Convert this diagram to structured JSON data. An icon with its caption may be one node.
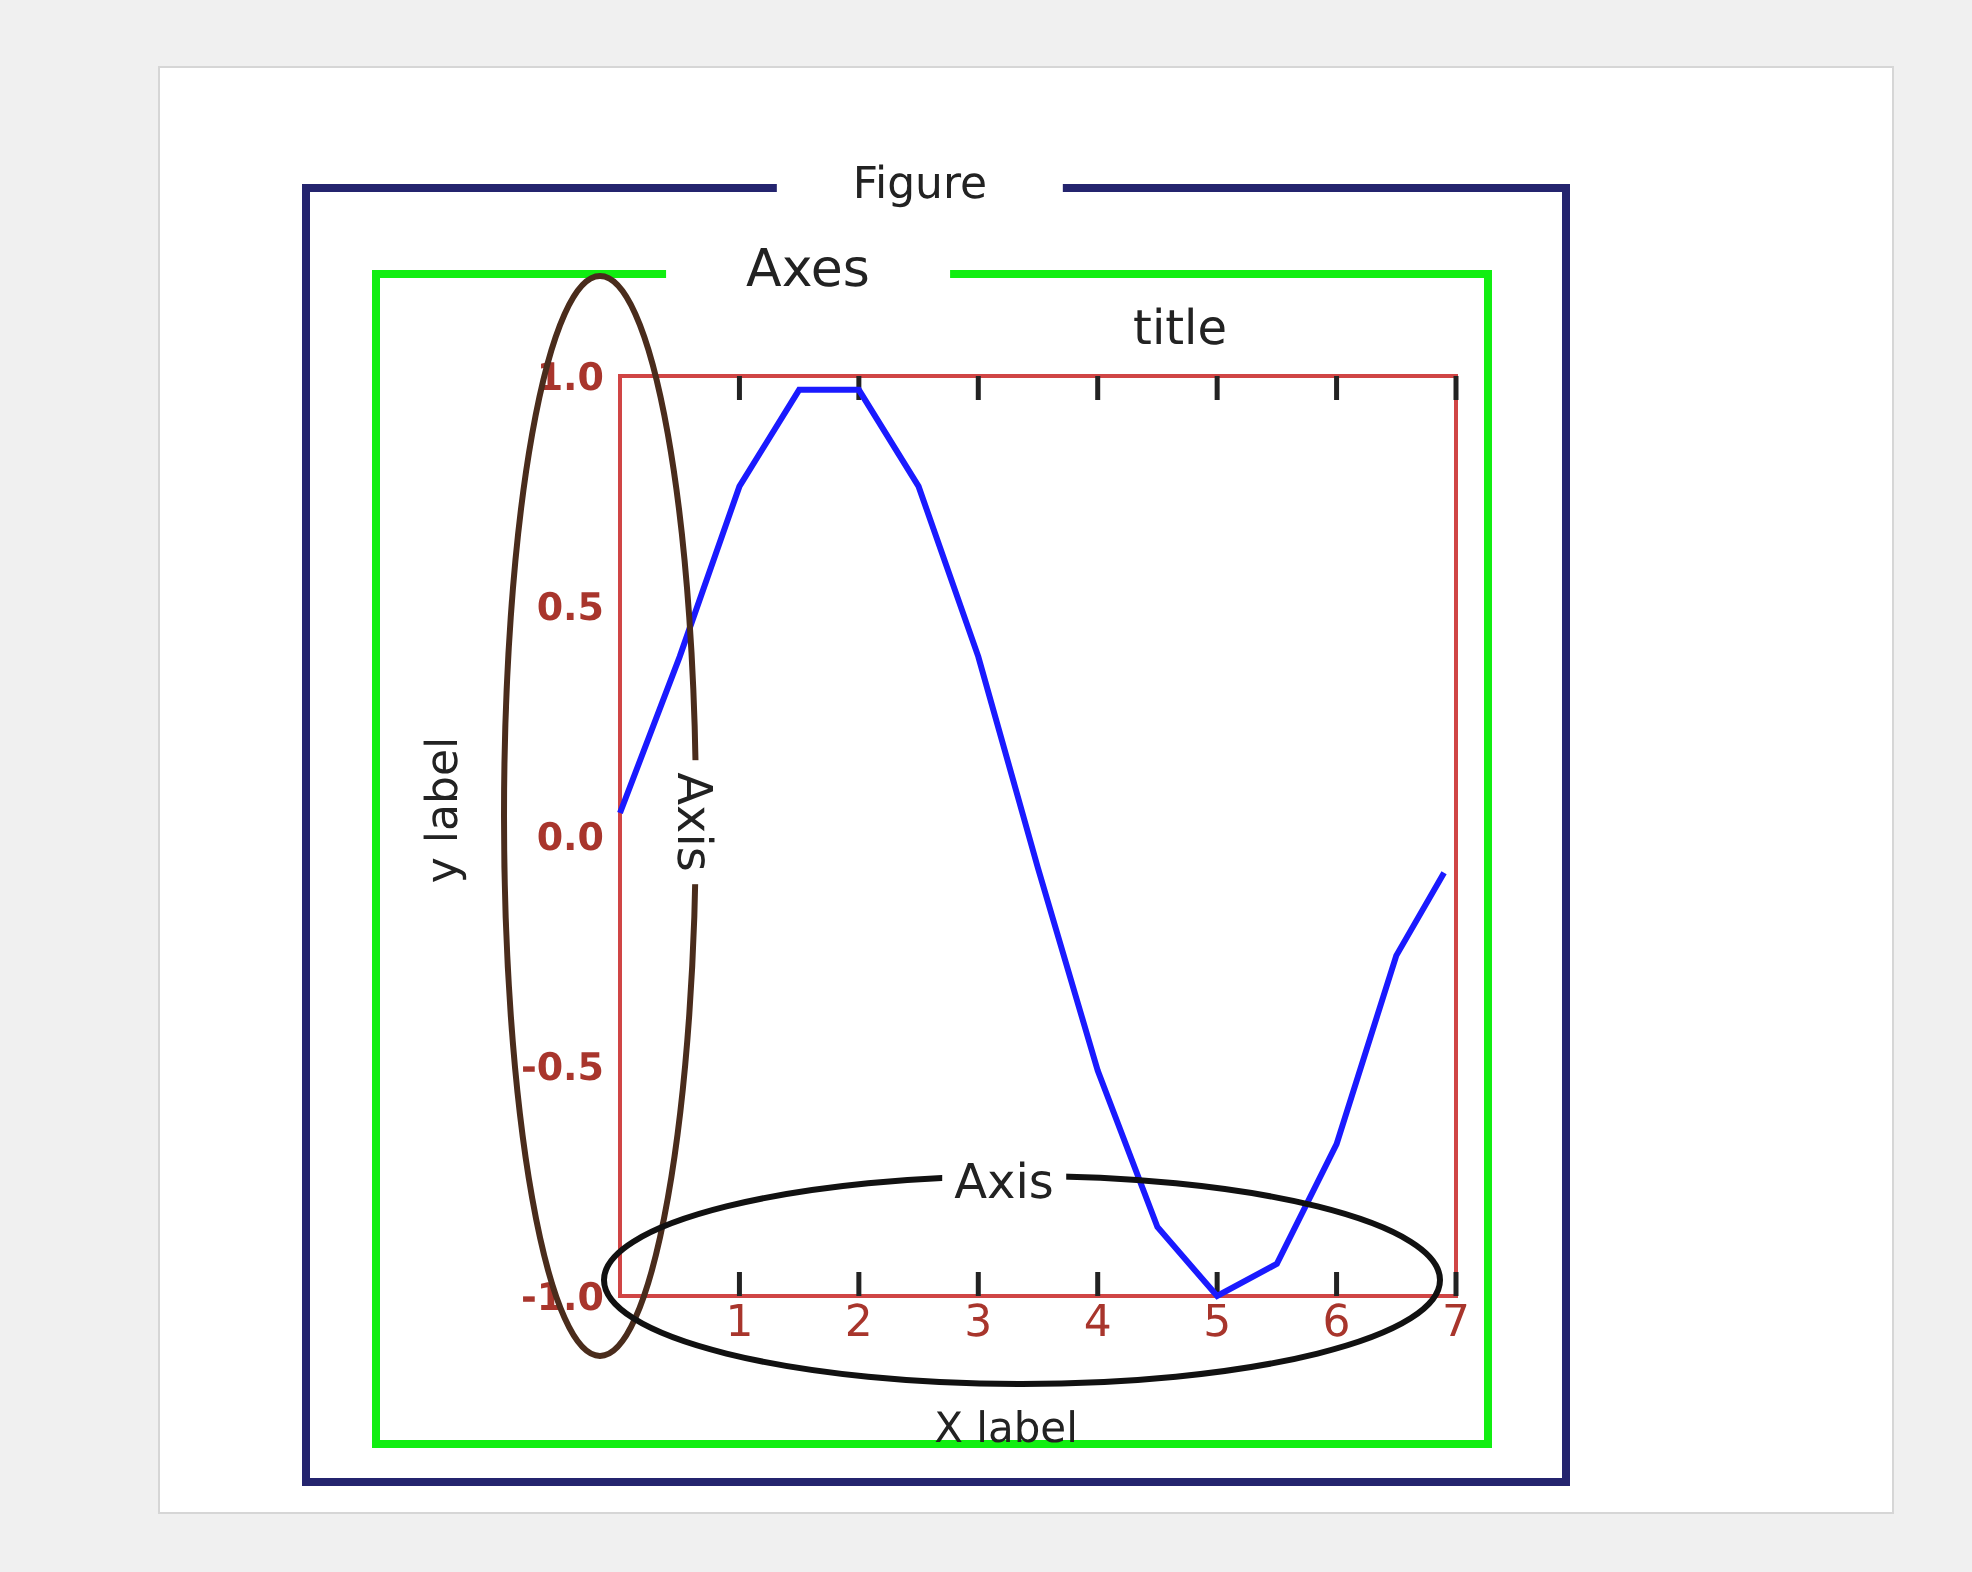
{
  "diagram": {
    "nodes": [
      {
        "text": [
          "Figure"
        ]
      },
      {
        "text": [
          "Axes"
        ],
        "in": 0
      },
      {
        "text": [
          "Axis"
        ],
        "in": 1
      },
      {
        "text": [
          "Axis"
        ],
        "in": 1
      }
    ],
    "chart_data": {
      "type": "line",
      "title": "title",
      "xlabel": "X label",
      "ylabel": "y label",
      "x": [
        0,
        0.5,
        1,
        1.5,
        2,
        2.5,
        3,
        3.5,
        4,
        4.5,
        5,
        5.5,
        6,
        6.5,
        6.9
      ],
      "series": [
        {
          "color": "#1a1aff",
          "values": [
            0.05,
            0.39,
            0.76,
            0.97,
            0.97,
            0.76,
            0.39,
            -0.07,
            -0.51,
            -0.85,
            -1.0,
            -0.93,
            -0.67,
            -0.26,
            -0.08
          ]
        }
      ],
      "xlim": [
        0,
        7
      ],
      "ylim": [
        -1,
        1
      ],
      "xticks": [
        1,
        2,
        3,
        4,
        5,
        6,
        7
      ],
      "yticks": [
        {
          "value": 1,
          "label": "1.0"
        },
        {
          "value": 0.5,
          "label": "0.5"
        },
        {
          "value": 0,
          "label": "0.0"
        },
        {
          "value": -0.5,
          "label": "-0.5"
        },
        {
          "value": -1,
          "label": "-1.0"
        }
      ]
    }
  }
}
